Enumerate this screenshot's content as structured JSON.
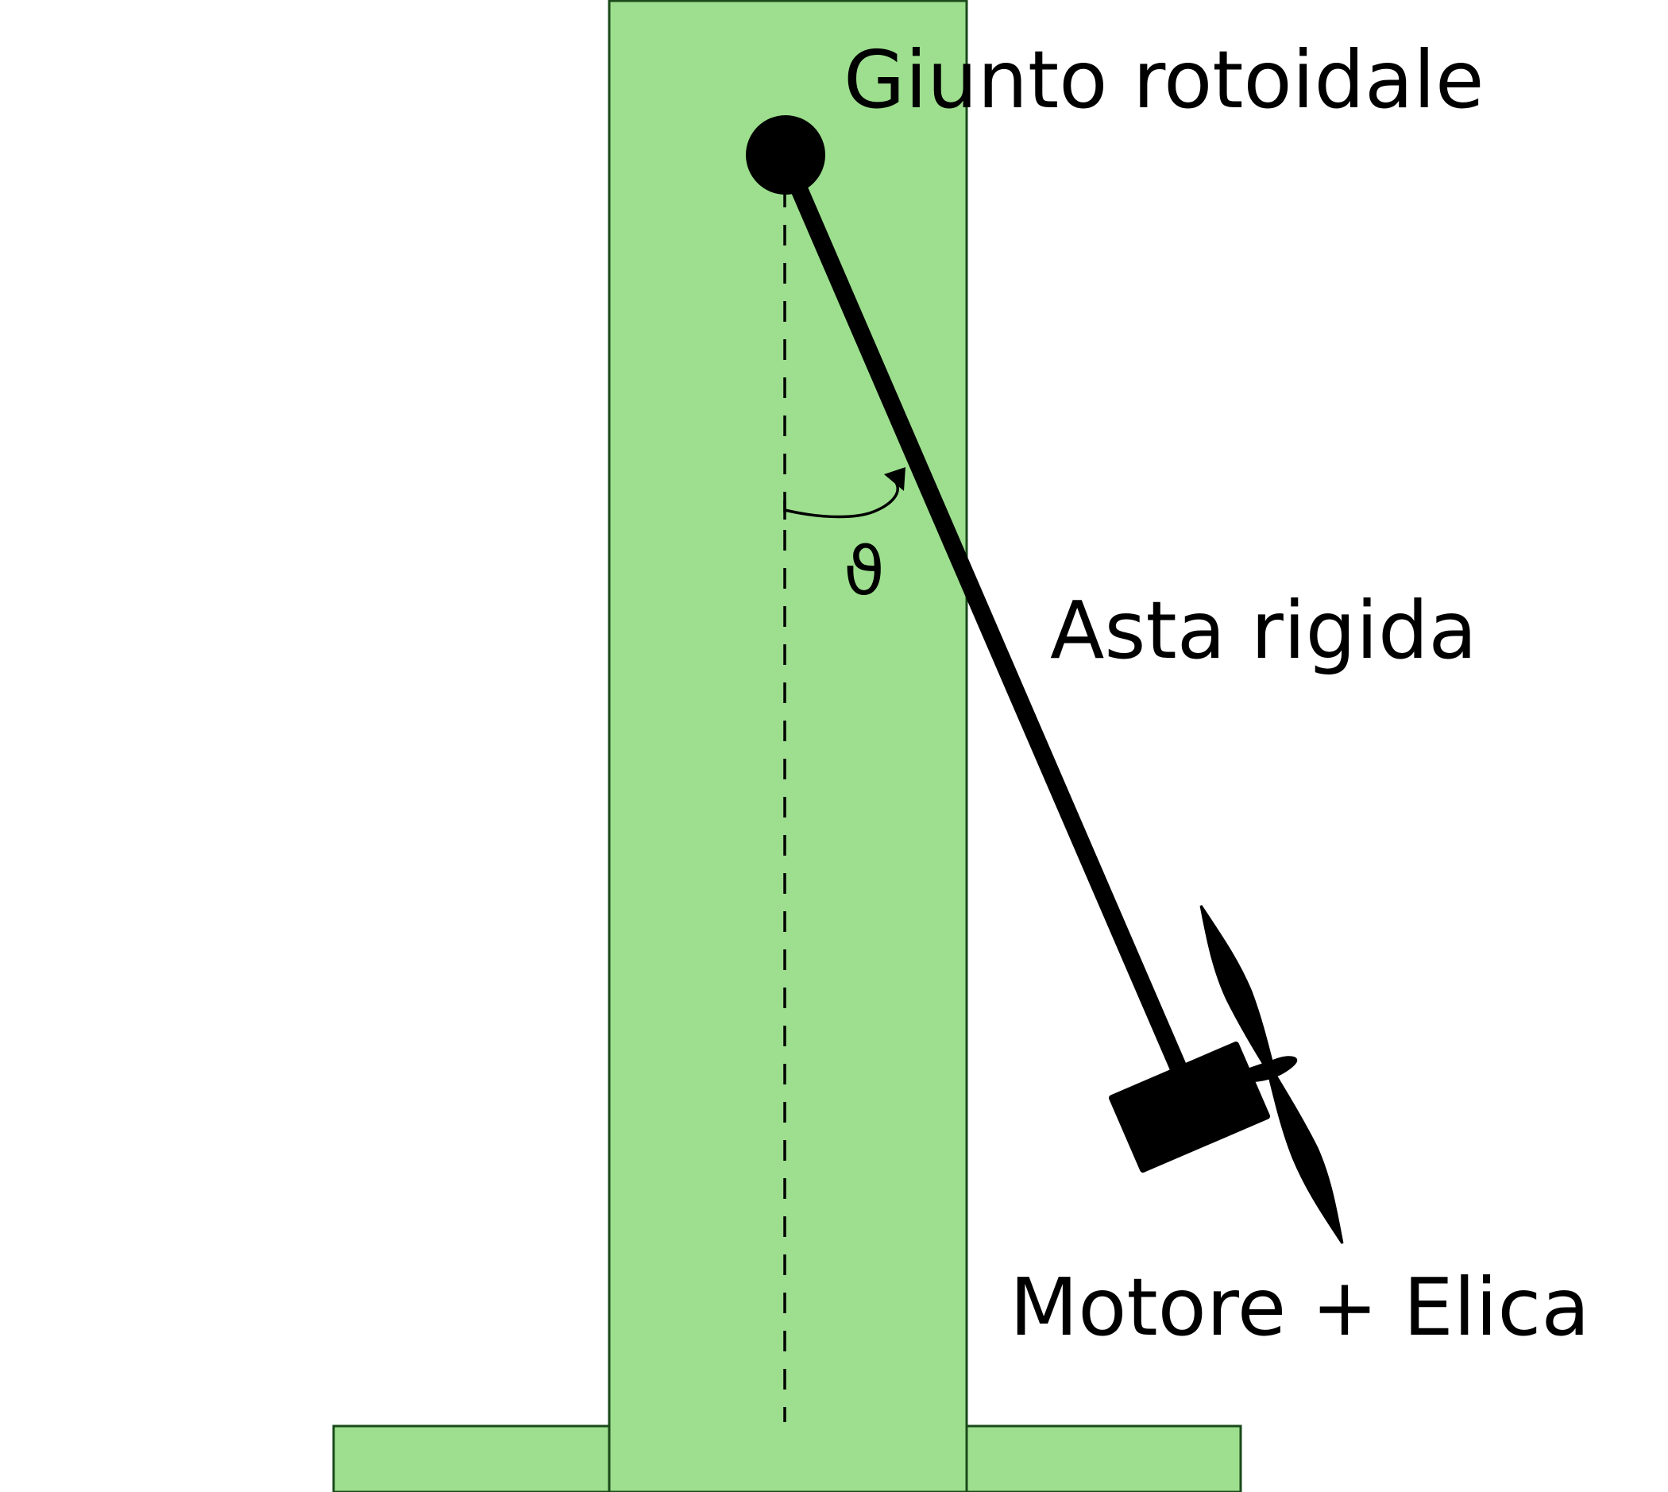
{
  "labels": {
    "joint": "Giunto rotoidale",
    "rod": "Asta rigida",
    "motor": "Motore + Elica",
    "angle": "ϑ"
  },
  "colors": {
    "support_fill": "#9ddf8e",
    "support_stroke": "#1a4a1a",
    "ink": "#000000",
    "background": "#ffffff"
  }
}
